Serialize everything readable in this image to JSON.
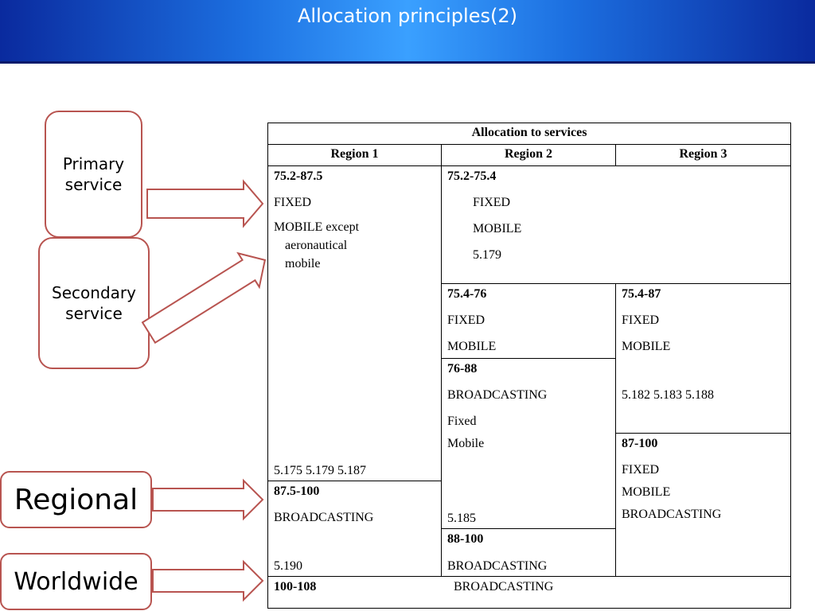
{
  "slide": {
    "title": "Allocation principles(2)"
  },
  "callouts": {
    "primary": "Primary service",
    "secondary": "Secondary service",
    "regional": "Regional",
    "worldwide": "Worldwide"
  },
  "colors": {
    "banner_dark": "#0a2a9e",
    "banner_light": "#3aa0ff",
    "callout_border": "#b85450"
  },
  "table": {
    "header": "Allocation to services",
    "regions": [
      "Region 1",
      "Region 2",
      "Region 3"
    ],
    "r1_a": {
      "band": "75.2-87.5",
      "s1": "FIXED",
      "s2a": "MOBILE except",
      "s2b": "aeronautical",
      "s2c": "mobile",
      "footnotes": "5.175  5.179  5.187"
    },
    "r2_a": {
      "band": "75.2-75.4",
      "s1": "FIXED",
      "s2": "MOBILE",
      "note": "5.179"
    },
    "r2_b": {
      "band": "75.4-76",
      "s1": "FIXED",
      "s2": "MOBILE"
    },
    "r3_a": {
      "band": "75.4-87",
      "s1": "FIXED",
      "s2": "MOBILE",
      "footnotes": "5.182  5.183  5.188"
    },
    "r2_c": {
      "band": "76-88",
      "s1": "BROADCASTING",
      "s2": "Fixed",
      "s3": "Mobile",
      "footnotes": "5.185"
    },
    "r3_b": {
      "band": "87-100",
      "s1": "FIXED",
      "s2": "MOBILE",
      "s3": "BROADCASTING"
    },
    "r1_b": {
      "band": "87.5-100",
      "s1": "BROADCASTING",
      "footnotes": "5.190"
    },
    "r2_d": {
      "band": "88-100",
      "s1": "BROADCASTING"
    },
    "world": {
      "band": "100-108",
      "s1": "BROADCASTING"
    }
  }
}
